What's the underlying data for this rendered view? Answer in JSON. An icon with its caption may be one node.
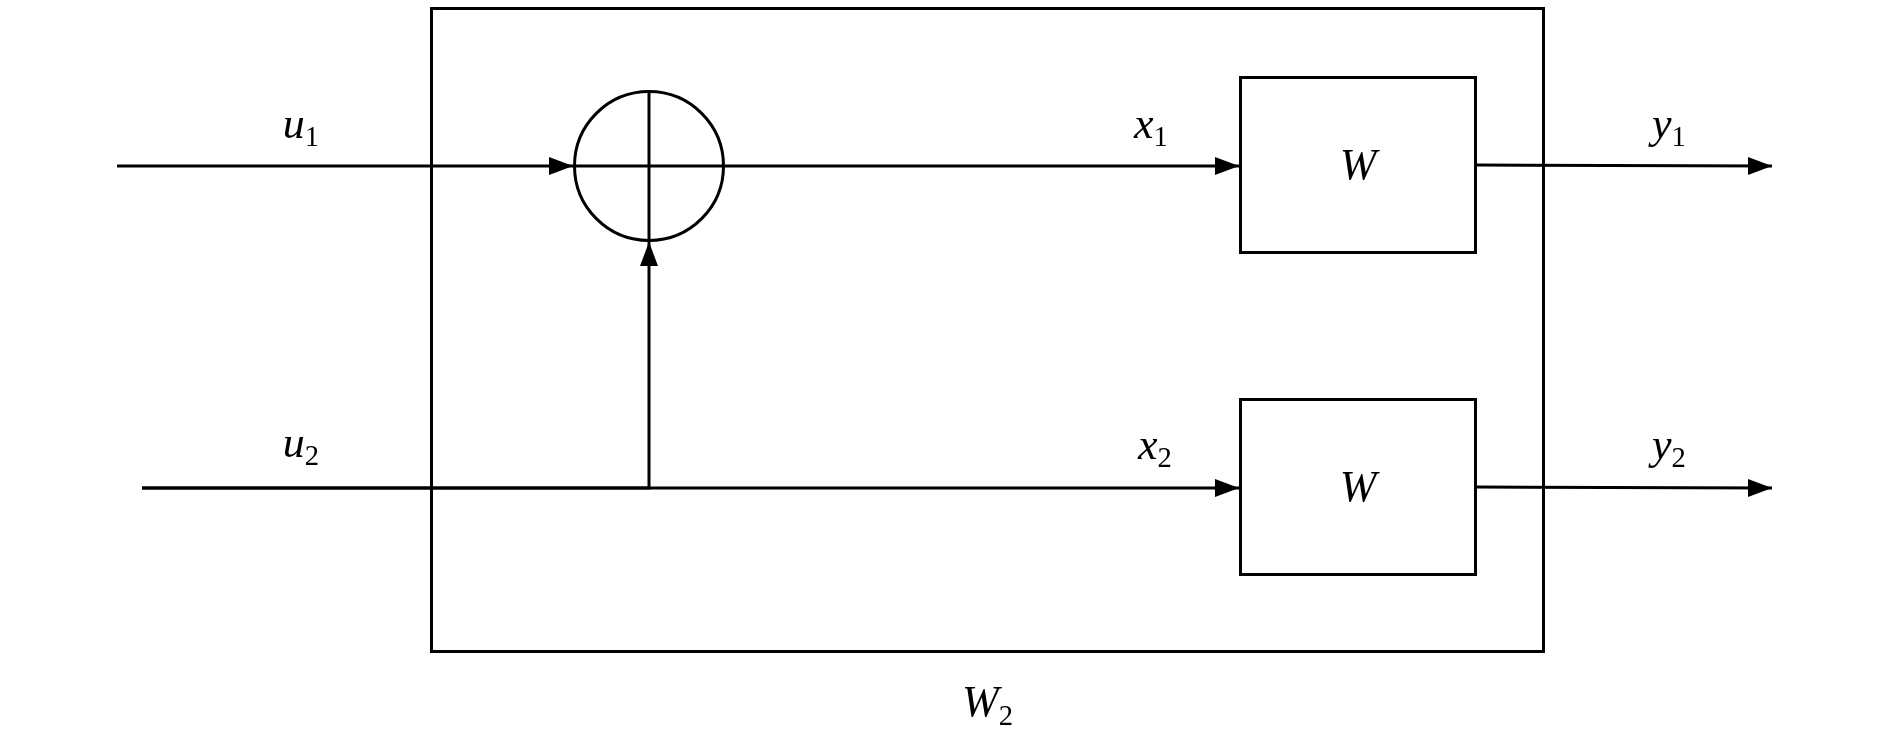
{
  "diagram": {
    "nodes": [
      {
        "text": [
          "*W*$_{2}$"
        ]
      },
      {
        "text": [],
        "shape": "circle",
        "in": 0
      },
      {
        "text": [
          "W"
        ],
        "in": 0
      },
      {
        "text": [
          "W"
        ],
        "in": 0
      }
    ],
    "edges": [
      {
        "from": null,
        "to": 1,
        "arrow": "to",
        "label": "*u*$_{1}$"
      },
      {
        "from": 1,
        "to": 2,
        "arrow": "to",
        "label": "*x*$_{1}$"
      },
      {
        "from": 2,
        "to": null,
        "arrow": "to",
        "label": "*y*$_{1}$"
      },
      {
        "from": null,
        "to": 1,
        "arrow": "to",
        "label": "*u*$_{2}$"
      },
      {
        "from": null,
        "to": 3,
        "arrow": "to",
        "label": "*x*$_{2}$"
      },
      {
        "from": 3,
        "to": null,
        "arrow": "to",
        "label": "*y*$_{2}$"
      }
    ]
  }
}
